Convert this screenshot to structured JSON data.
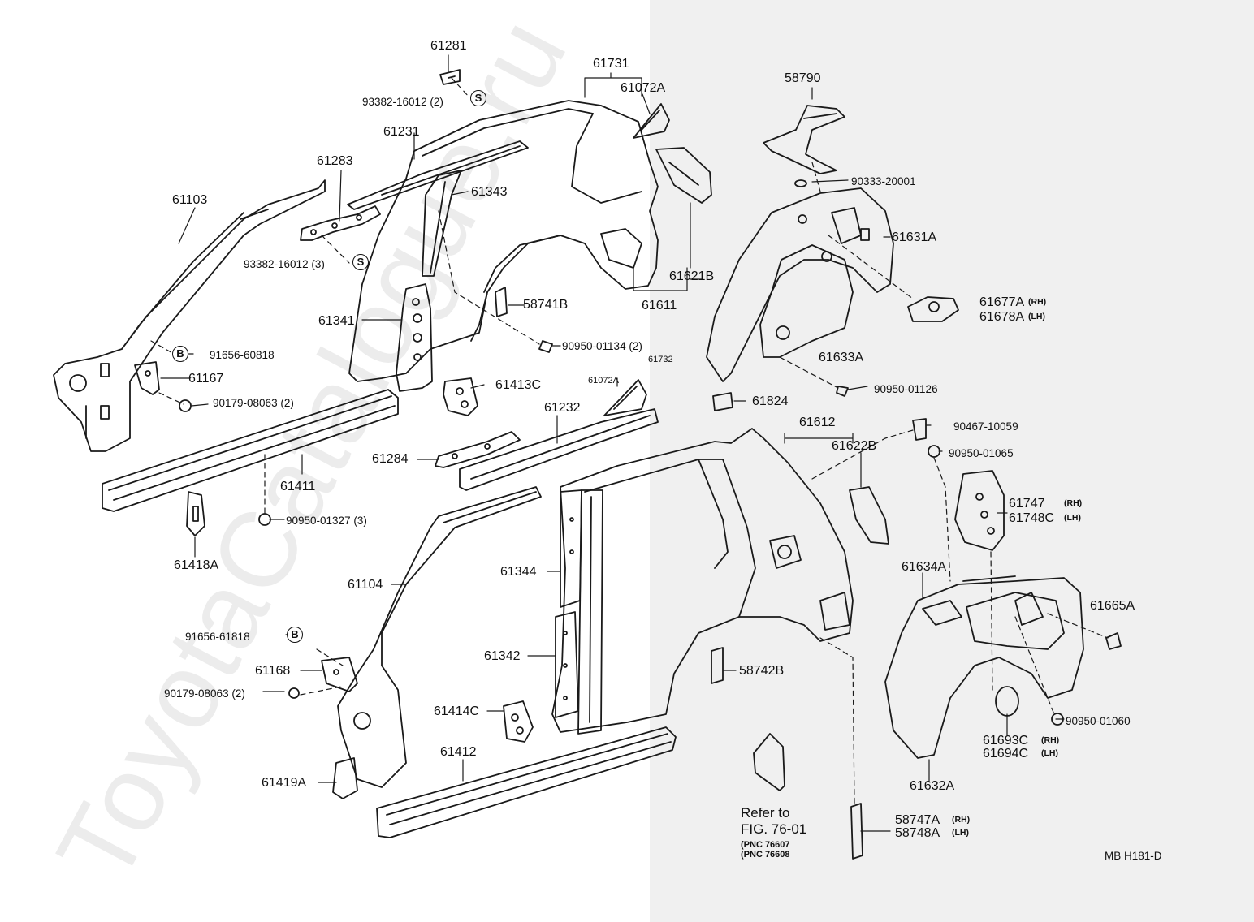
{
  "title": "",
  "figure_code": "MB  H181-D",
  "watermark": "ToyotaCatalogue.ru",
  "symbols": {
    "screw": "S",
    "bolt": "B"
  },
  "side_codes": {
    "rh": "(RH)",
    "lh": "(LH)"
  },
  "parts": {
    "p61281": "61281",
    "p93382_2": "93382-16012 (2)",
    "p61731": "61731",
    "p61072A_top": "61072A",
    "p58790": "58790",
    "p61231": "61231",
    "p61283": "61283",
    "p61103": "61103",
    "p61343": "61343",
    "p90333": "90333-20001",
    "p61631A": "61631A",
    "p61621B": "61621B",
    "p93382_3": "93382-16012 (3)",
    "p61611": "61611",
    "p58741B": "58741B",
    "p61677A": "61677A",
    "p61678A": "61678A",
    "p61341": "61341",
    "p90950_01134": "90950-01134 (2)",
    "p91656_60818": "91656-60818",
    "p61633A": "61633A",
    "p61732": "61732",
    "p61167": "61167",
    "p61072A_mid": "61072A",
    "p61413C": "61413C",
    "p90950_01126": "90950-01126",
    "p90179_top": "90179-08063 (2)",
    "p61824": "61824",
    "p61232": "61232",
    "p61612": "61612",
    "p90467": "90467-10059",
    "p61622B": "61622B",
    "p90950_01065": "90950-01065",
    "p61284": "61284",
    "p61411": "61411",
    "p61747": "61747",
    "p61748C": "61748C",
    "p90950_01327": "90950-01327 (3)",
    "p61418A": "61418A",
    "p61634A": "61634A",
    "p61344": "61344",
    "p61104": "61104",
    "p61665A": "61665A",
    "p91656_61818": "91656-61818",
    "p61342": "61342",
    "p61168": "61168",
    "p58742B": "58742B",
    "p90179_bot": "90179-08063 (2)",
    "p90950_01060": "90950-01060",
    "p61414C": "61414C",
    "p61693C": "61693C",
    "p61694C": "61694C",
    "p61412": "61412",
    "p61632A": "61632A",
    "p61419A": "61419A",
    "p58747A": "58747A",
    "p58748A": "58748A"
  },
  "reference": {
    "line1": "Refer to",
    "line2": "FIG. 76-01",
    "line3": "(PNC 76607",
    "line4": "(PNC 76608"
  }
}
